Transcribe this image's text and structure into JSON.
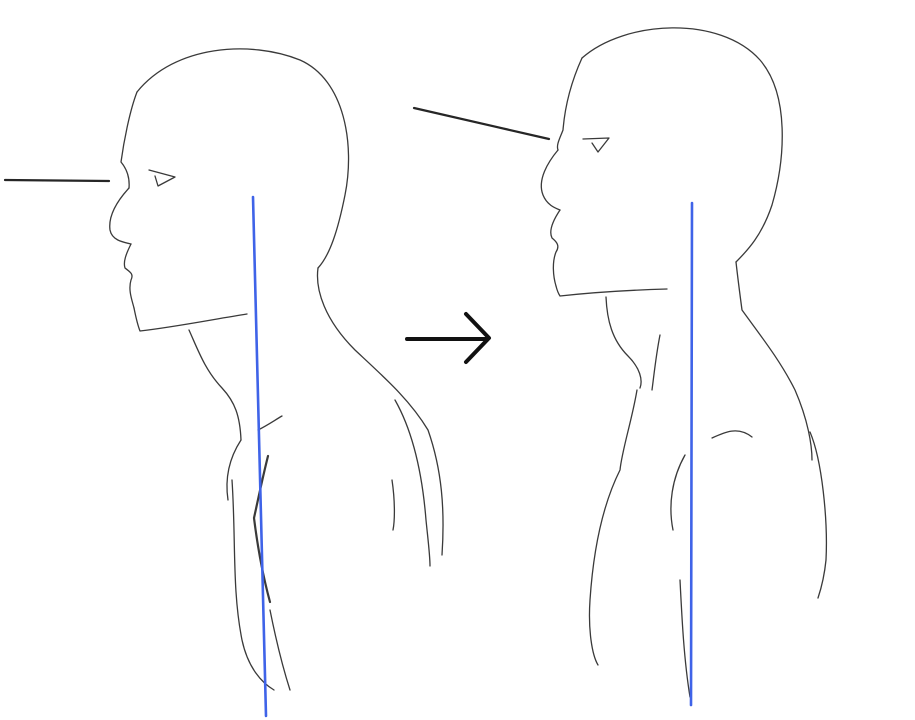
{
  "illustration": {
    "subject": "head-and-neck-posture-comparison",
    "panels": [
      {
        "id": "before",
        "posture": "forward-head"
      },
      {
        "id": "after",
        "posture": "upright"
      }
    ],
    "transition": "right-arrow-icon"
  },
  "colors": {
    "background": "#ffffff",
    "pencil": "#3a3a3a",
    "sight_line": "#262626",
    "plumb_line": "#3f63e8",
    "arrow": "#111111"
  }
}
